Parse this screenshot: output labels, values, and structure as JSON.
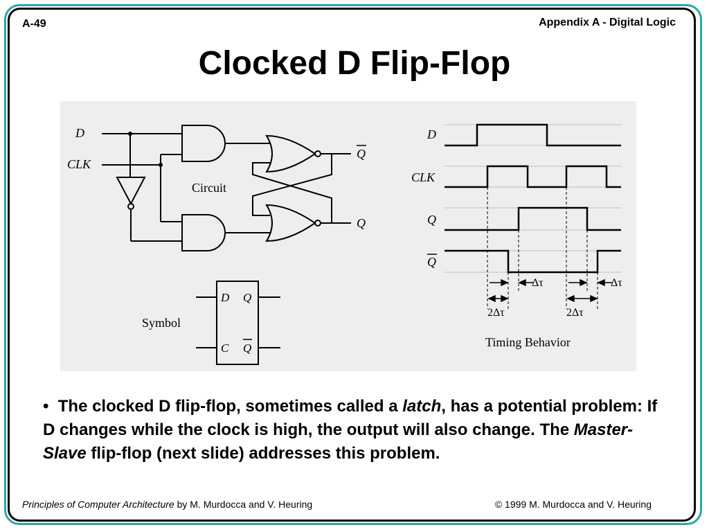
{
  "header": {
    "slide_number": "A-49",
    "section": "Appendix A - Digital Logic"
  },
  "title": "Clocked D Flip-Flop",
  "figure": {
    "circuit": {
      "input_d": "D",
      "input_clk": "CLK",
      "output_qbar": "Q",
      "output_q": "Q",
      "caption": "Circuit"
    },
    "symbol": {
      "caption": "Symbol",
      "pin_d": "D",
      "pin_c": "C",
      "pin_q": "Q",
      "pin_qbar": "Q"
    },
    "timing": {
      "caption": "Timing Behavior",
      "signal_d": "D",
      "signal_clk": "CLK",
      "signal_q": "Q",
      "signal_qbar": "Q",
      "delay_1": "Δτ",
      "delay_2": "Δτ",
      "pulse_1": "2Δτ",
      "pulse_2": "2Δτ"
    }
  },
  "bullet": {
    "marker": "•",
    "part1": "The clocked D flip-flop, sometimes called a ",
    "latch": "latch",
    "part2": ", has a potential problem: If D changes while the clock is high, the output will also change. The ",
    "master_slave": "Master-Slave",
    "part3": " flip-flop (next slide) addresses this problem."
  },
  "footer": {
    "book": "Principles of Computer Architecture",
    "authors": " by M. Murdocca and V. Heuring",
    "copyright": "© 1999 M. Murdocca and V. Heuring"
  }
}
